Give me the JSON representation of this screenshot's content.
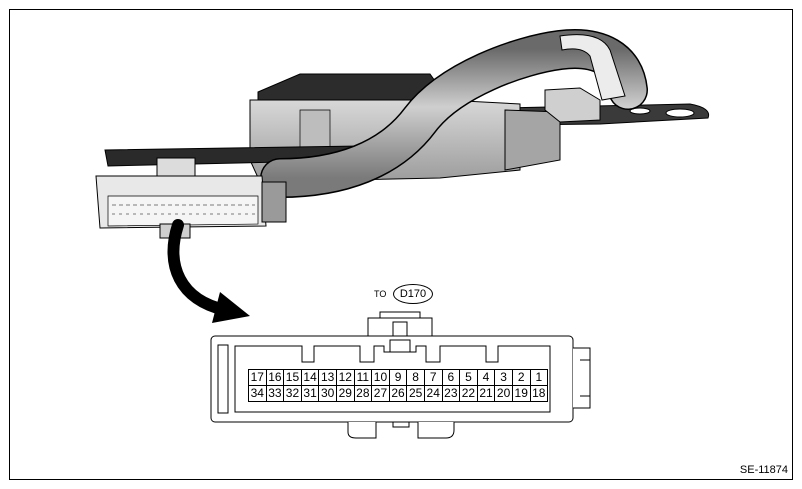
{
  "connector": {
    "to_label": "TO",
    "connector_id": "D170",
    "row_top": [
      "17",
      "16",
      "15",
      "14",
      "13",
      "12",
      "11",
      "10",
      "9",
      "8",
      "7",
      "6",
      "5",
      "4",
      "3",
      "2",
      "1"
    ],
    "row_bottom": [
      "34",
      "33",
      "32",
      "31",
      "30",
      "29",
      "28",
      "27",
      "26",
      "25",
      "24",
      "23",
      "22",
      "21",
      "20",
      "19",
      "18"
    ]
  },
  "figure_id": "SE-11874"
}
